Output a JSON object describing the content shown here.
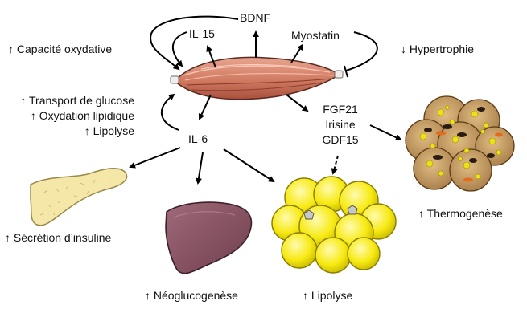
{
  "labels": {
    "bdnf": "BDNF",
    "il15": "IL-15",
    "myostatin": "Myostatin",
    "capacite": "↑ Capacité oxydative",
    "hypertrophie": "↓ Hypertrophie",
    "transport": "↑ Transport de glucose",
    "oxydation": "↑ Oxydation lipidique",
    "lipolyse_muscle": "↑ Lipolyse",
    "il6": "IL-6",
    "fgf21": "FGF21",
    "irisine": "Irisine",
    "gdf15": "GDF15",
    "secretion": "↑ Sécrétion d’insuline",
    "neoglucogenese": "↑ Néoglucogenèse",
    "lipolyse_adipo": "↑ Lipolyse",
    "thermogenese": "↑ Thermogenèse"
  },
  "colors": {
    "muscle": "#d98b74",
    "muscle_dark": "#b45a45",
    "pancreas": "#f4e7a8",
    "liver": "#8a5565",
    "white_fat": "#f7ea12",
    "brown_fat": "#c79a5e"
  }
}
